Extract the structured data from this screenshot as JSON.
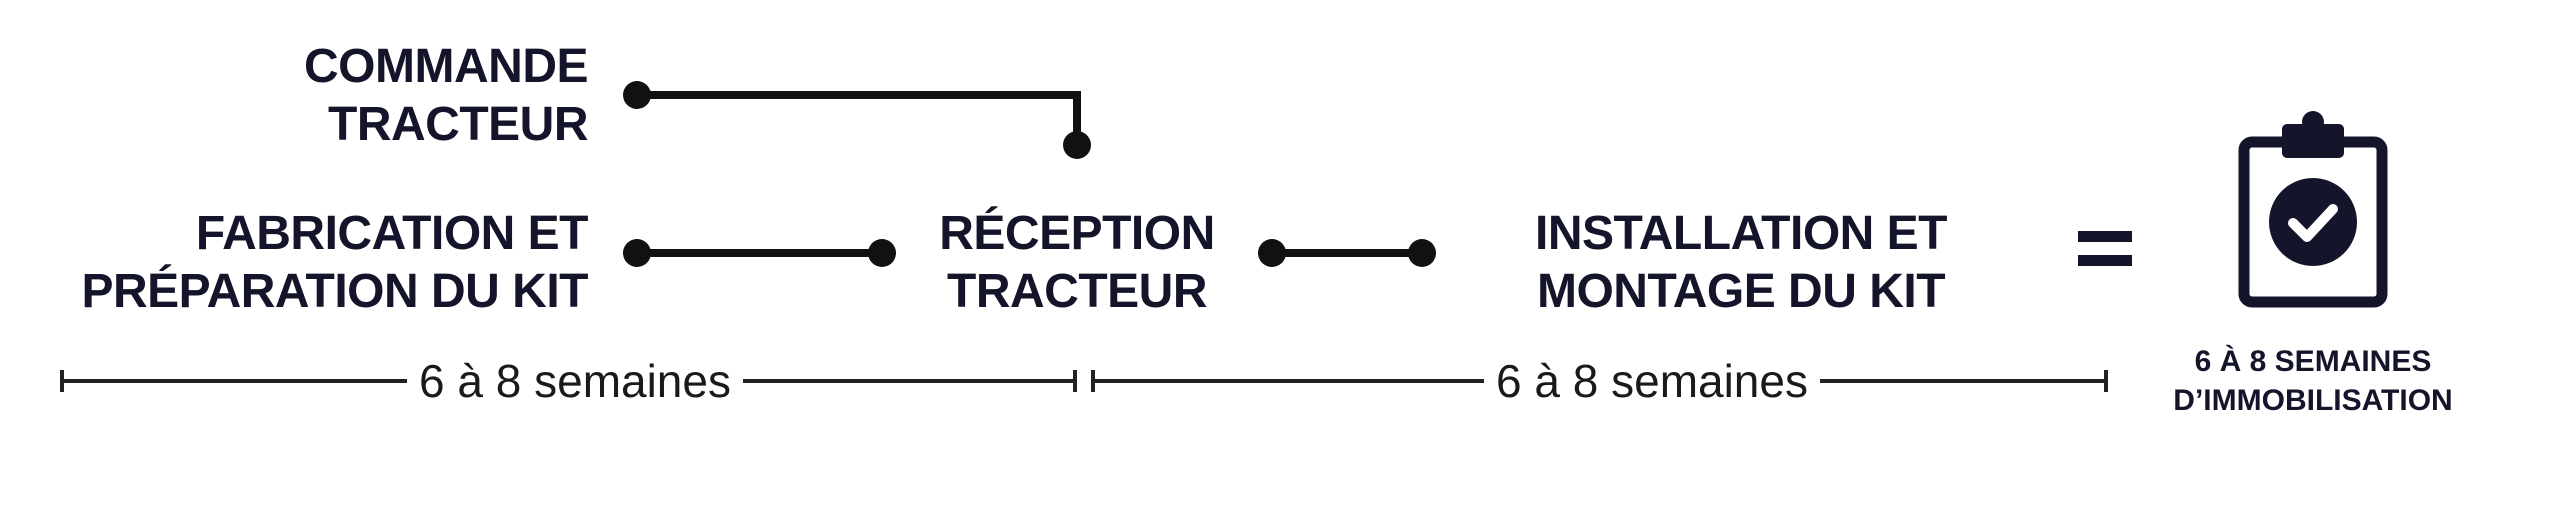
{
  "steps": {
    "order": {
      "line1": "COMMANDE",
      "line2": "TRACTEUR"
    },
    "fabrication": {
      "line1": "FABRICATION ET",
      "line2": "PRÉPARATION DU KIT"
    },
    "reception": {
      "line1": "RÉCEPTION",
      "line2": "TRACTEUR"
    },
    "installation": {
      "line1": "INSTALLATION ET",
      "line2": "MONTAGE DU KIT"
    }
  },
  "durations": {
    "first": "6 à 8 semaines",
    "second": "6 à 8 semaines"
  },
  "result": {
    "symbol": "equals",
    "icon": "clipboard-check-icon",
    "line1": "6 À 8 SEMAINES",
    "line2": "D’IMMOBILISATION"
  },
  "colors": {
    "text": "#14142b",
    "lines": "#111111"
  }
}
